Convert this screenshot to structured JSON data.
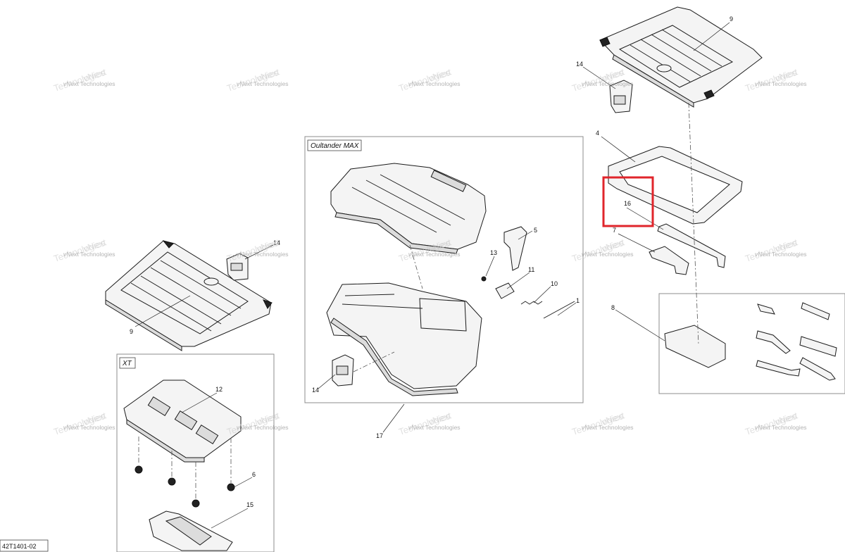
{
  "drawing_number": "42T1401-02",
  "frames": {
    "oultander_max": "Oultander MAX",
    "xt": "XT"
  },
  "watermark": {
    "line1": "vNext Technologies",
    "overlay1": "vNext",
    "overlay2": "Technologies"
  },
  "callouts": {
    "c1": "1",
    "c4": "4",
    "c5": "5",
    "c6": "6",
    "c7": "7",
    "c8": "8",
    "c9a": "9",
    "c9b": "9",
    "c10": "10",
    "c11": "11",
    "c12": "12",
    "c13": "13",
    "c14a": "14",
    "c14b": "14",
    "c14c": "14",
    "c15": "15",
    "c16": "16",
    "c17": "17"
  },
  "highlight": {
    "callout": "16",
    "color": "#e0252b"
  }
}
